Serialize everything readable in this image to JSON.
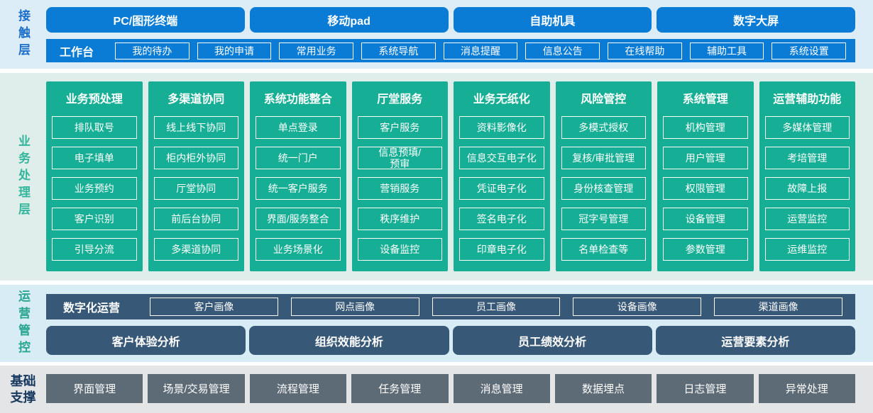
{
  "colors": {
    "accent_blue": "#0b7cd5",
    "accent_green": "#16ae94",
    "accent_slate": "#375877",
    "accent_gray": "#5d6b77",
    "contact_bg": "#ddedf8",
    "business_bg": "#dfeeea",
    "operations_bg": "#d7ecf5",
    "foundation_bg": "#e4e5e7"
  },
  "contact": {
    "label": "接触层",
    "terminals": [
      "PC/图形终端",
      "移动pad",
      "自助机具",
      "数字大屏"
    ],
    "workbench_label": "工作台",
    "workbench_items": [
      "我的待办",
      "我的申请",
      "常用业务",
      "系统导航",
      "消息提醒",
      "信息公告",
      "在线帮助",
      "辅助工具",
      "系统设置"
    ]
  },
  "business": {
    "label": "业务处理层",
    "columns": [
      {
        "title": "业务预处理",
        "items": [
          "排队取号",
          "电子填单",
          "业务预约",
          "客户识别",
          "引导分流"
        ]
      },
      {
        "title": "多渠道协同",
        "items": [
          "线上线下协同",
          "柜内柜外协同",
          "厅堂协同",
          "前后台协同",
          "多渠道协同"
        ]
      },
      {
        "title": "系统功能整合",
        "items": [
          "单点登录",
          "统一门户",
          "统一客户服务",
          "界面/服务整合",
          "业务场景化"
        ]
      },
      {
        "title": "厅堂服务",
        "items": [
          "客户服务",
          "信息预填/\n预审",
          "营销服务",
          "秩序维护",
          "设备监控"
        ]
      },
      {
        "title": "业务无纸化",
        "items": [
          "资料影像化",
          "信息交互电子化",
          "凭证电子化",
          "签名电子化",
          "印章电子化"
        ]
      },
      {
        "title": "风险管控",
        "items": [
          "多模式授权",
          "复核/审批管理",
          "身份核查管理",
          "冠字号管理",
          "名单检查等"
        ]
      },
      {
        "title": "系统管理",
        "items": [
          "机构管理",
          "用户管理",
          "权限管理",
          "设备管理",
          "参数管理"
        ]
      },
      {
        "title": "运营辅助功能",
        "items": [
          "多媒体管理",
          "考培管理",
          "故障上报",
          "运营监控",
          "运维监控"
        ]
      }
    ]
  },
  "operations": {
    "label": "运营管控",
    "digital_label": "数字化运营",
    "profiles": [
      "客户画像",
      "网点画像",
      "员工画像",
      "设备画像",
      "渠道画像"
    ],
    "analysis": [
      "客户体验分析",
      "组织效能分析",
      "员工绩效分析",
      "运营要素分析"
    ]
  },
  "foundation": {
    "label": "基础支撑",
    "items": [
      "界面管理",
      "场景/交易管理",
      "流程管理",
      "任务管理",
      "消息管理",
      "数据埋点",
      "日志管理",
      "异常处理"
    ]
  }
}
